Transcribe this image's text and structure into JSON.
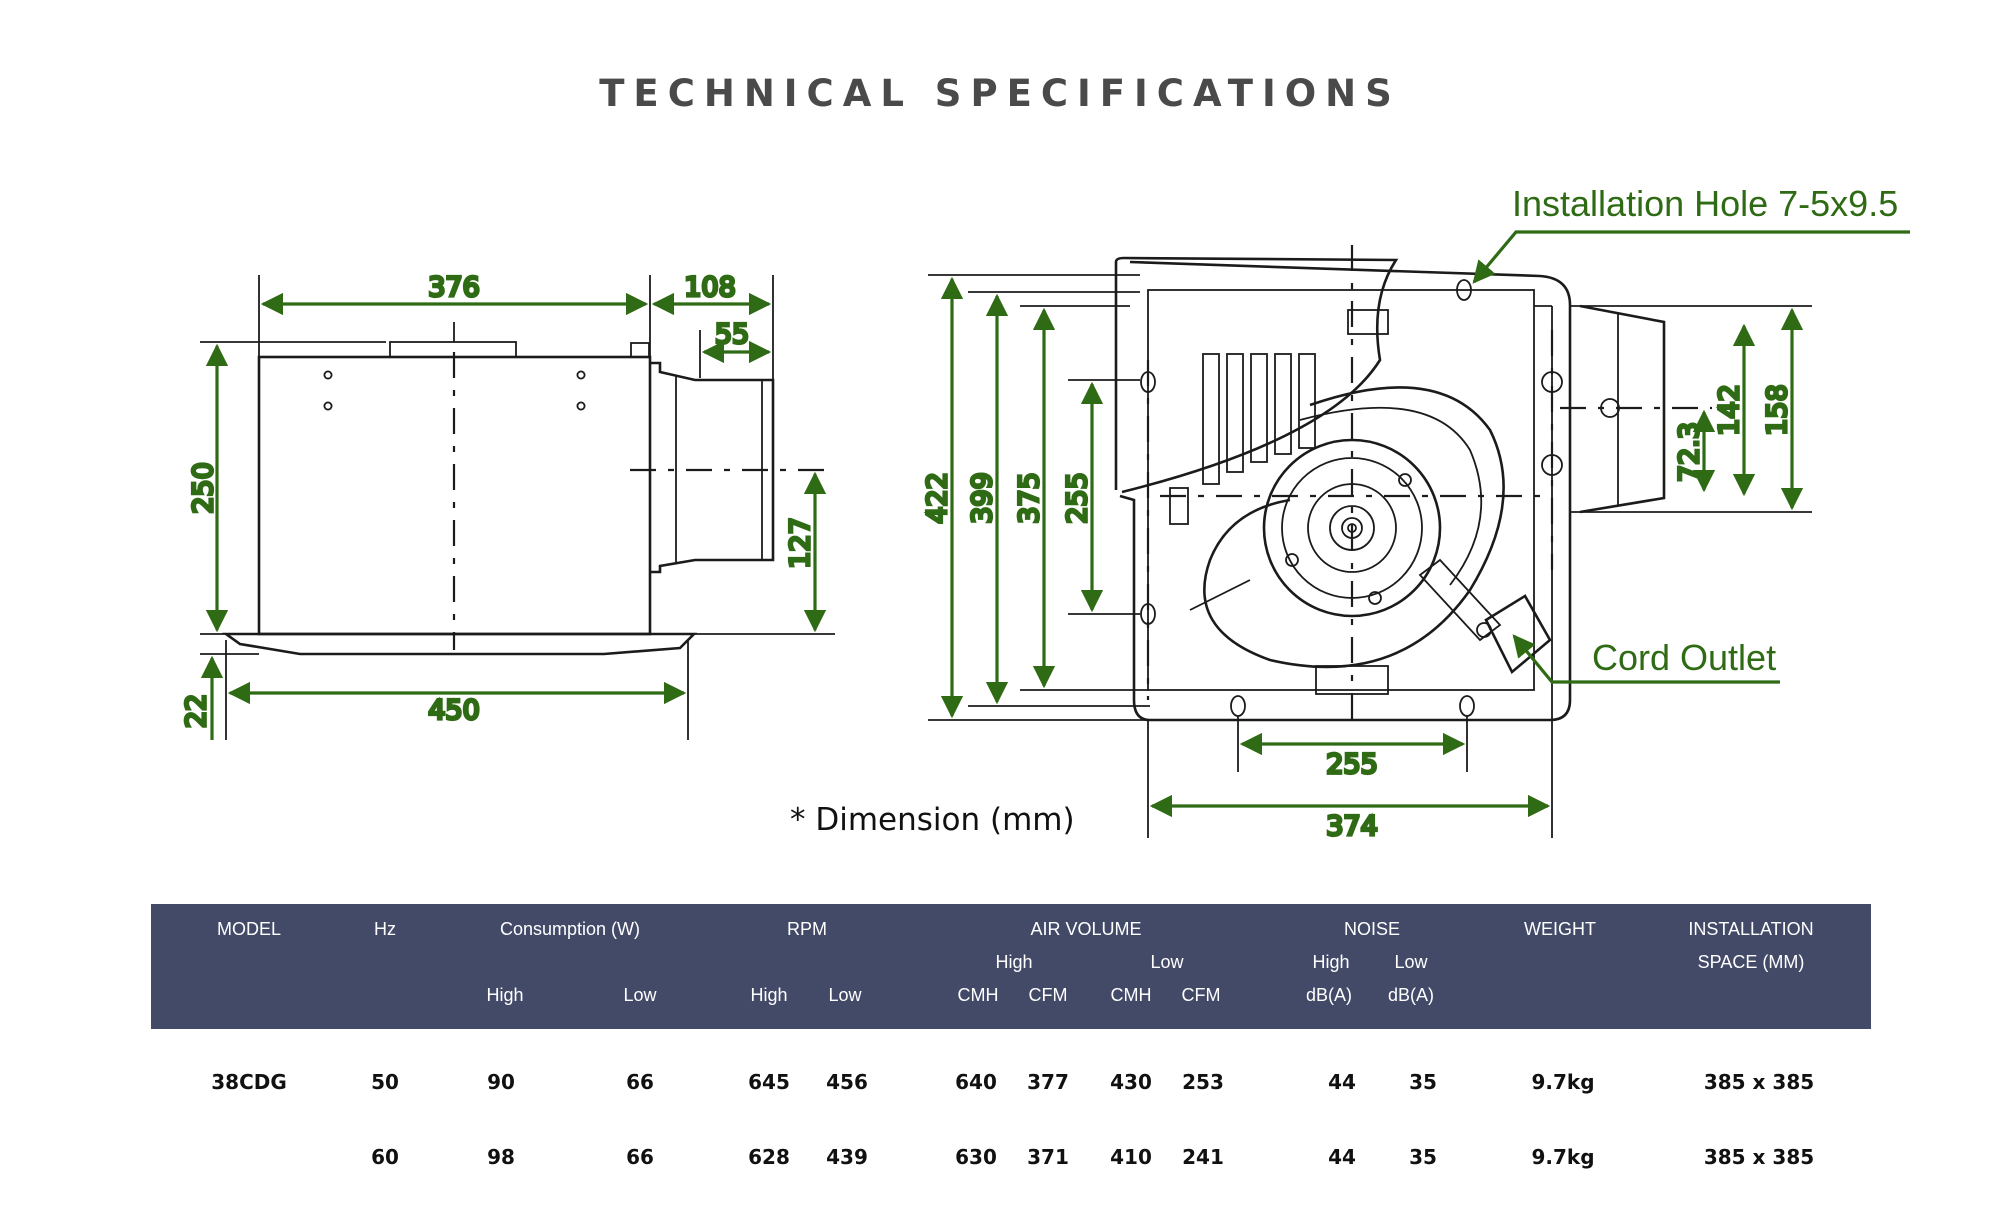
{
  "title": "TECHNICAL SPECIFICATIONS",
  "drawing": {
    "side_view": {
      "dims": {
        "width_body": "376",
        "outlet_length": "108",
        "outlet_lip": "55",
        "height": "250",
        "outlet_center": "127",
        "flange": "22",
        "panel_width": "450"
      }
    },
    "bottom_view": {
      "dims": {
        "d422": "422",
        "d399": "399",
        "d375": "375",
        "d255v": "255",
        "d72": "72.3",
        "d142": "142",
        "d158": "158",
        "d255h": "255",
        "d374": "374"
      }
    },
    "callouts": {
      "installation_hole": "Installation Hole 7-5x9.5",
      "cord_outlet": "Cord Outlet"
    },
    "note": "* Dimension (mm)",
    "colors": {
      "dimension": "#2e6b14",
      "line": "#1b1b1b"
    }
  },
  "table": {
    "header_bg": "#434a68",
    "headers": {
      "model": "MODEL",
      "hz": "Hz",
      "consumption": "Consumption (W)",
      "cons_high": "High",
      "cons_low": "Low",
      "rpm": "RPM",
      "rpm_high": "High",
      "rpm_low": "Low",
      "air_volume": "AIR VOLUME",
      "air_high": "High",
      "air_low": "Low",
      "cmh_high": "CMH",
      "cfm_high": "CFM",
      "cmh_low": "CMH",
      "cfm_low": "CFM",
      "noise": "NOISE",
      "noise_high": "High",
      "noise_low": "Low",
      "dba_high": "dB(A)",
      "dba_low": "dB(A)",
      "weight": "WEIGHT",
      "install_line1": "INSTALLATION",
      "install_line2": "SPACE (MM)"
    },
    "rows": [
      {
        "model": "38CDG",
        "hz": "50",
        "cons_high": "90",
        "cons_low": "66",
        "rpm_high": "645",
        "rpm_low": "456",
        "cmh_high": "640",
        "cfm_high": "377",
        "cmh_low": "430",
        "cfm_low": "253",
        "noise_high": "44",
        "noise_low": "35",
        "weight": "9.7kg",
        "install": "385 x 385"
      },
      {
        "model": "",
        "hz": "60",
        "cons_high": "98",
        "cons_low": "66",
        "rpm_high": "628",
        "rpm_low": "439",
        "cmh_high": "630",
        "cfm_high": "371",
        "cmh_low": "410",
        "cfm_low": "241",
        "noise_high": "44",
        "noise_low": "35",
        "weight": "9.7kg",
        "install": "385 x 385"
      }
    ]
  }
}
